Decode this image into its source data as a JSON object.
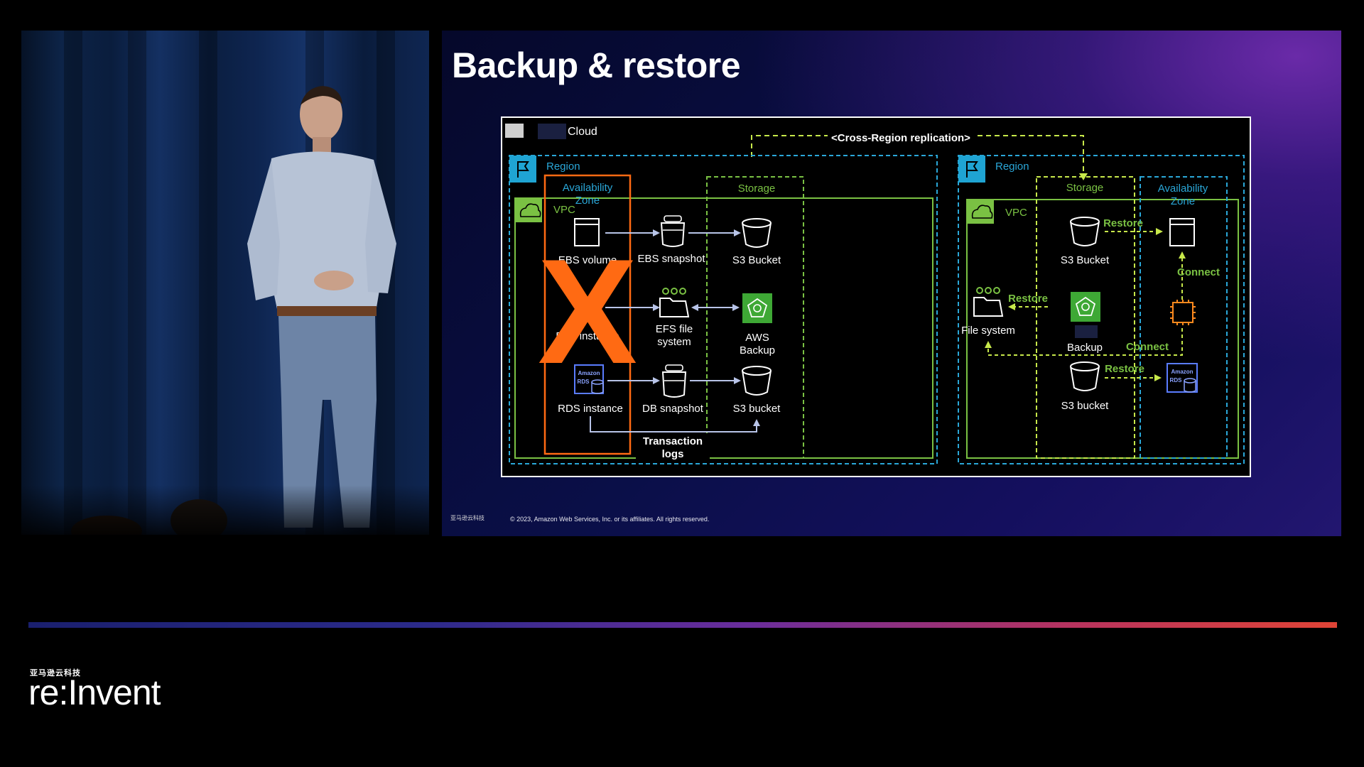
{
  "slide": {
    "title": "Backup & restore",
    "footer": "© 2023, Amazon Web Services, Inc. or its affiliates. All rights reserved.",
    "logo": "亚马逊云科技"
  },
  "diagram": {
    "cloud_label": "Cloud",
    "cross_region": "<Cross-Region replication>",
    "left_region": {
      "region_label": "Region",
      "az_label": "Availability Zone",
      "vpc_label": "VPC",
      "storage_label": "Storage",
      "ebs_volume": "EBS volume",
      "ebs_snapshot": "EBS snapshot",
      "s3_bucket_top": "S3 Bucket",
      "ec2_instance": "EC2 instance",
      "efs_file_system": "EFS file system",
      "aws_backup": "AWS Backup",
      "rds_instance": "RDS instance",
      "db_snapshot": "DB snapshot",
      "s3_bucket_bottom": "S3 bucket",
      "transaction_logs": "Transaction logs",
      "rds_icon_text": "Amazon RDS"
    },
    "right_region": {
      "region_label": "Region",
      "vpc_label": "VPC",
      "storage_label": "Storage",
      "az_label": "Availability Zone",
      "s3_bucket_top": "S3 Bucket",
      "restore_1": "Restore",
      "connect_1": "Connect",
      "file_system": "File system",
      "restore_2": "Restore",
      "backup": "Backup",
      "connect_2": "Connect",
      "s3_bucket_bottom": "S3 bucket",
      "restore_3": "Restore",
      "rds_icon_text": "Amazon RDS"
    },
    "failure_mark": "X"
  },
  "event": {
    "brand_cn": "亚马逊云科技",
    "brand_name": "re:Invent"
  },
  "colors": {
    "green": "#7ac143",
    "blue_dash": "#2aa7d8",
    "orange": "#ff6a13",
    "region_flag": "#1fa4d3",
    "vpc_bg": "#7ac143",
    "icon_white": "#ffffff",
    "arrow": "#b8c4e8"
  }
}
